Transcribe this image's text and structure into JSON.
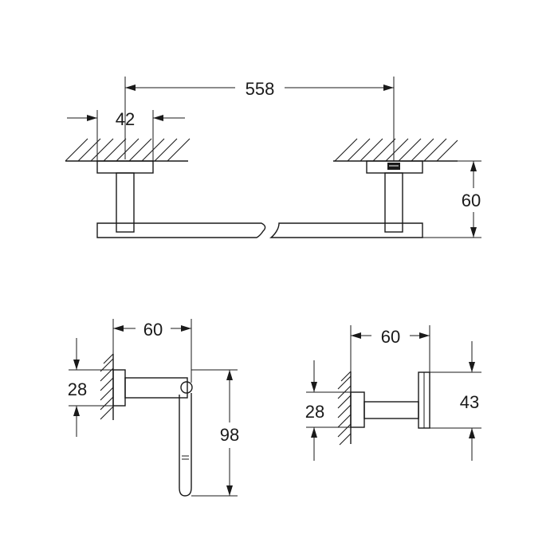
{
  "dimensions": {
    "towel_bar_length": "558",
    "towel_bar_mount_width": "42",
    "towel_bar_projection": "60",
    "paper_holder_projection": "60",
    "paper_holder_mount_height": "28",
    "paper_holder_drop": "98",
    "hook_projection": "60",
    "hook_mount_height": "28",
    "hook_head_height": "43"
  }
}
